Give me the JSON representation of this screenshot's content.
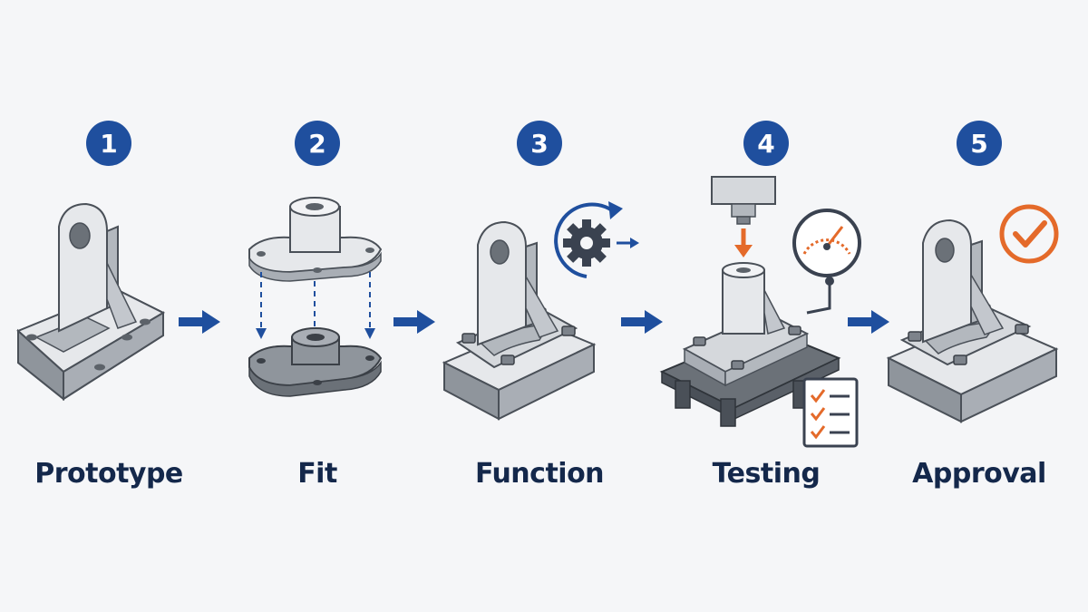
{
  "colors": {
    "accent_blue": "#1f4f9e",
    "accent_orange": "#e46a2a",
    "label_navy": "#14284b",
    "metal_light": "#e6e8eb",
    "metal_mid": "#c3c7cd",
    "metal_dark": "#7d838b",
    "background": "#f5f6f8"
  },
  "steps": [
    {
      "number": "1",
      "label": "Prototype",
      "icon": "bracket-prototype-icon"
    },
    {
      "number": "2",
      "label": "Fit",
      "icon": "exploded-fit-icon"
    },
    {
      "number": "3",
      "label": "Function",
      "icon": "gear-function-icon"
    },
    {
      "number": "4",
      "label": "Testing",
      "icon": "press-gauge-checklist-icon"
    },
    {
      "number": "5",
      "label": "Approval",
      "icon": "approval-check-icon"
    }
  ],
  "connector_icon": "right-arrow-icon"
}
